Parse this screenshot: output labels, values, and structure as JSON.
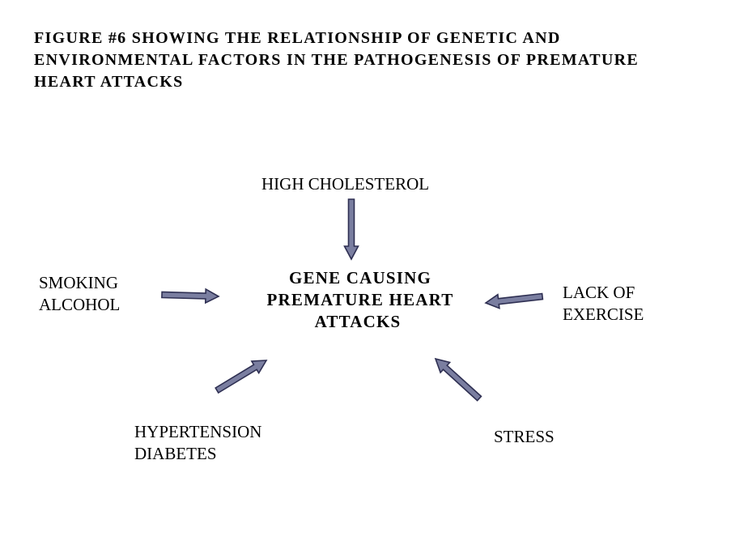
{
  "title_lines": [
    "FIGURE #6 SHOWING THE RELATIONSHIP OF GENETIC AND",
    "ENVIRONMENTAL FACTORS IN THE PATHOGENESIS OF PREMATURE",
    "HEART ATTACKS"
  ],
  "center": {
    "lines": [
      "GENE CAUSING",
      "PREMATURE HEART",
      "ATTACKS"
    ]
  },
  "factors": {
    "cholesterol": [
      "HIGH CHOLESTEROL"
    ],
    "smoking": [
      "SMOKING",
      "ALCOHOL"
    ],
    "exercise": [
      "LACK OF",
      "EXERCISE"
    ],
    "hypertension": [
      "HYPERTENSION",
      "DIABETES"
    ],
    "stress": [
      "STRESS"
    ]
  },
  "colors": {
    "arrow_fill": "#7a7ea0",
    "arrow_stroke": "#2e2f52"
  }
}
